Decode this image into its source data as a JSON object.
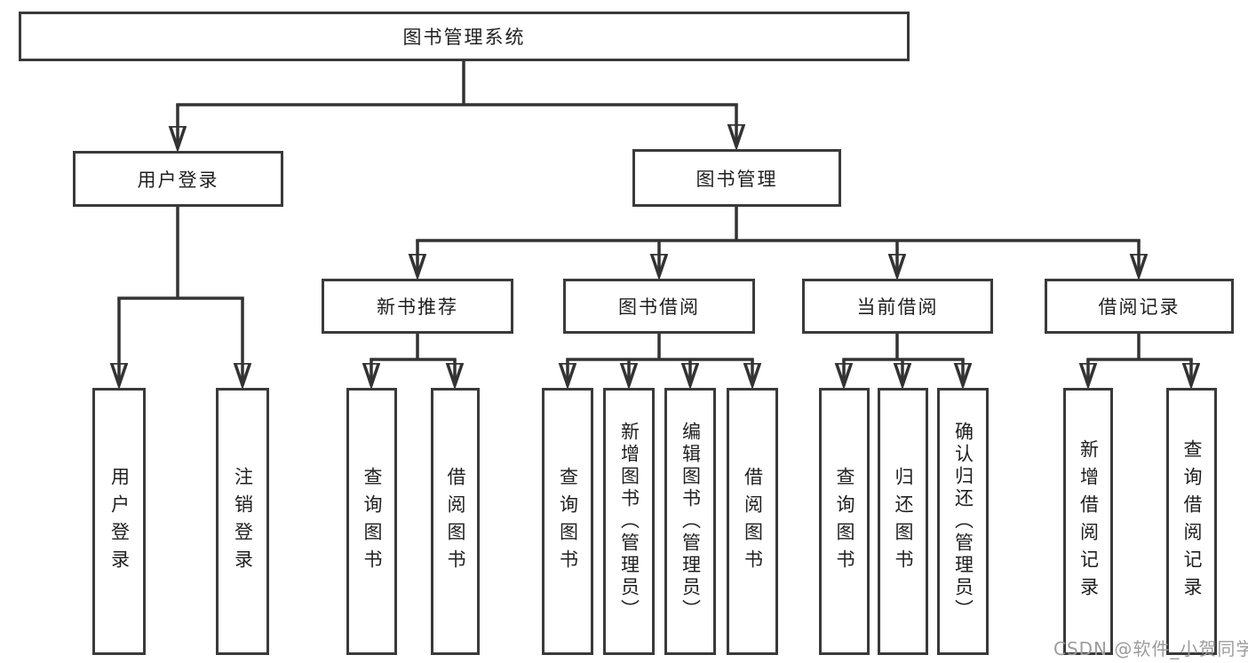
{
  "diagram": {
    "root": {
      "label": "图书管理系统"
    },
    "level2": [
      {
        "label": "用户登录"
      },
      {
        "label": "图书管理"
      }
    ],
    "level3": [
      {
        "label": "新书推荐"
      },
      {
        "label": "图书借阅"
      },
      {
        "label": "当前借阅"
      },
      {
        "label": "借阅记录"
      }
    ],
    "leaves": [
      {
        "label": "用户登录"
      },
      {
        "label": "注销登录"
      },
      {
        "label": "查询图书"
      },
      {
        "label": "借阅图书"
      },
      {
        "label": "查询图书"
      },
      {
        "label": "新增图书（管理员）"
      },
      {
        "label": "编辑图书（管理员）"
      },
      {
        "label": "借阅图书"
      },
      {
        "label": "查询图书"
      },
      {
        "label": "归还图书"
      },
      {
        "label": "确认归还（管理员）"
      },
      {
        "label": "新增借阅记录"
      },
      {
        "label": "查询借阅记录"
      }
    ],
    "watermark": "CSDN @软件_小贺同学",
    "colors": {
      "line": "#333333",
      "border": "#3a3a3a",
      "background": "#ffffff",
      "text": "#1f1f1f",
      "watermark": "#9c9c9c"
    }
  }
}
